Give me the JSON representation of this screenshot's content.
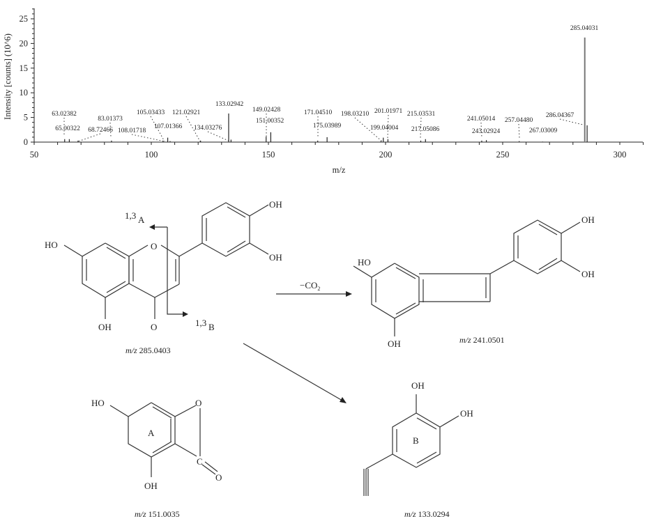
{
  "chart_data": {
    "type": "bar",
    "subtype": "mass-spectrum-stick",
    "title": "",
    "xlabel": "m/z",
    "ylabel": "Intensity [counts] (10^6)",
    "xlim": [
      50,
      310
    ],
    "ylim": [
      0,
      27
    ],
    "x_ticks": [
      50,
      100,
      150,
      200,
      250,
      300
    ],
    "y_ticks": [
      0,
      5,
      10,
      15,
      20,
      25
    ],
    "grid": false,
    "legend": null,
    "peaks": [
      {
        "mz": 63.02382,
        "intensity": 0.6,
        "label": "63.02382"
      },
      {
        "mz": 65.00322,
        "intensity": 0.6,
        "label": "65.00322"
      },
      {
        "mz": 68.72466,
        "intensity": 0.3,
        "label": "68.72466"
      },
      {
        "mz": 83.01373,
        "intensity": 0.3,
        "label": "83.01373"
      },
      {
        "mz": 105.03433,
        "intensity": 0.3,
        "label": "105.03433"
      },
      {
        "mz": 107.01366,
        "intensity": 0.9,
        "label": "107.01366"
      },
      {
        "mz": 108.01718,
        "intensity": 0.2,
        "label": "108.01718"
      },
      {
        "mz": 121.02921,
        "intensity": 0.3,
        "label": "121.02921"
      },
      {
        "mz": 133.02942,
        "intensity": 5.8,
        "label": "133.02942"
      },
      {
        "mz": 134.03276,
        "intensity": 0.5,
        "label": "134.03276"
      },
      {
        "mz": 149.02428,
        "intensity": 1.1,
        "label": "149.02428"
      },
      {
        "mz": 151.00352,
        "intensity": 2.0,
        "label": "151.00352"
      },
      {
        "mz": 171.0451,
        "intensity": 0.3,
        "label": "171.04510"
      },
      {
        "mz": 175.03989,
        "intensity": 1.0,
        "label": "175.03989"
      },
      {
        "mz": 198.0321,
        "intensity": 0.2,
        "label": "198.03210"
      },
      {
        "mz": 199.04004,
        "intensity": 0.9,
        "label": "199.04004"
      },
      {
        "mz": 201.01971,
        "intensity": 0.6,
        "label": "201.01971"
      },
      {
        "mz": 215.03531,
        "intensity": 0.3,
        "label": "215.03531"
      },
      {
        "mz": 217.05086,
        "intensity": 0.6,
        "label": "217.05086"
      },
      {
        "mz": 241.05014,
        "intensity": 0.3,
        "label": "241.05014"
      },
      {
        "mz": 243.02924,
        "intensity": 0.4,
        "label": "243.02924"
      },
      {
        "mz": 257.0448,
        "intensity": 0.2,
        "label": "257.04480"
      },
      {
        "mz": 267.03009,
        "intensity": 0.1,
        "label": "267.03009"
      },
      {
        "mz": 285.04031,
        "intensity": 21.2,
        "label": "285.04031"
      },
      {
        "mz": 286.04367,
        "intensity": 3.4,
        "label": "286.04367"
      }
    ]
  },
  "scheme": {
    "parent": {
      "caption_italic": "m/z",
      "caption_value": "285.0403",
      "substituents": [
        "HO",
        "OH",
        "O",
        "O",
        "OH",
        "OH"
      ],
      "cleavage_labels": [
        {
          "sup": "1,3",
          "letter": "A"
        },
        {
          "sup": "1,3",
          "letter": "B"
        }
      ]
    },
    "reaction_label": {
      "text": "−CO",
      "subscript": "2"
    },
    "product_241": {
      "caption_italic": "m/z",
      "caption_value": "241.0501",
      "substituents": [
        "HO",
        "OH",
        "OH",
        "OH"
      ]
    },
    "fragment_A": {
      "caption_italic": "m/z",
      "caption_value": "151.0035",
      "ring_label": "A",
      "substituents": [
        "HO",
        "O",
        "OH",
        "C",
        "O"
      ]
    },
    "fragment_B": {
      "caption_italic": "m/z",
      "caption_value": "133.0294",
      "ring_label": "B",
      "substituents": [
        "OH",
        "OH"
      ]
    }
  }
}
